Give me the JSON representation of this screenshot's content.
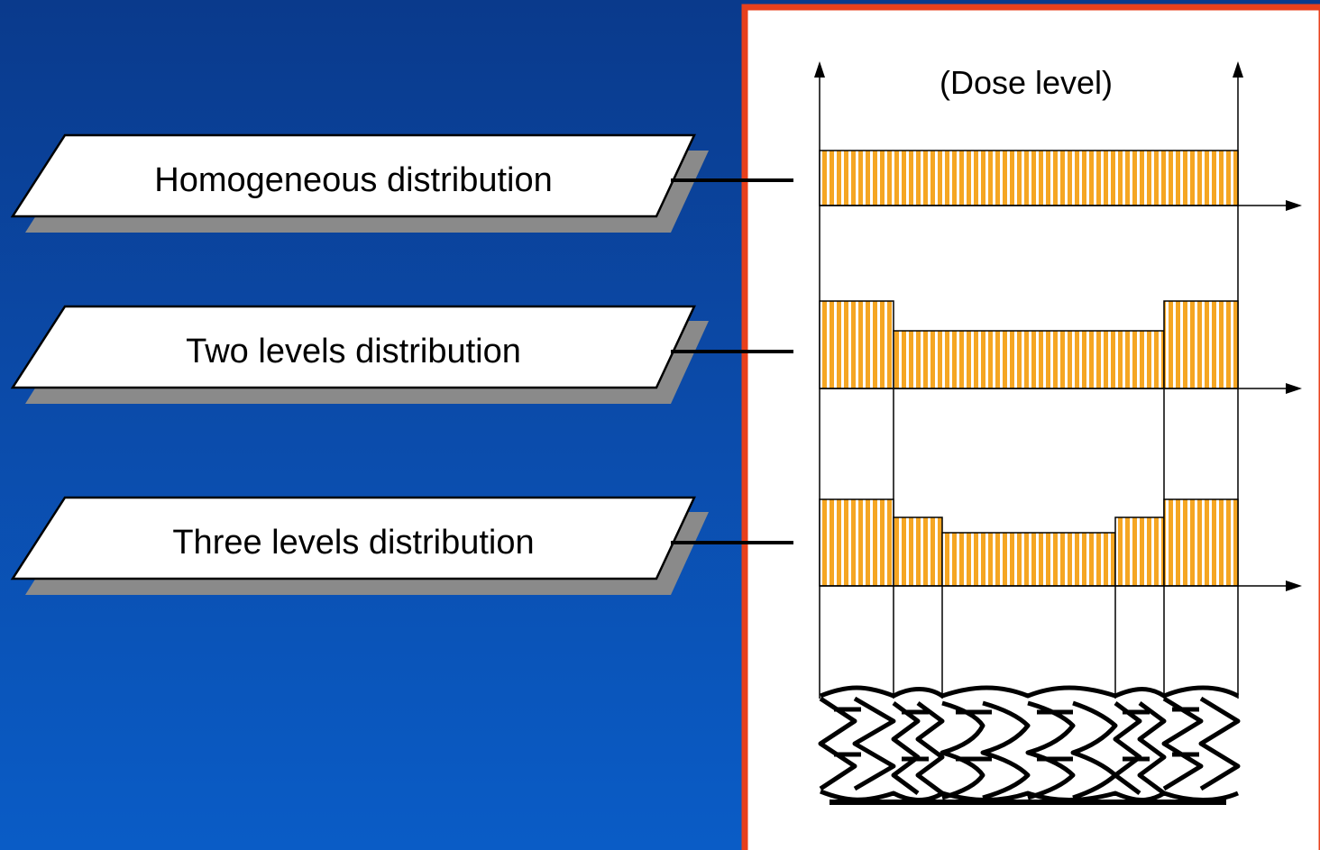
{
  "diagram": {
    "axis_label": "(Dose  level)",
    "labels": [
      "Homogeneous  distribution",
      "Two levels distribution",
      "Three levels distribution"
    ],
    "distributions": [
      {
        "name": "Homogeneous",
        "levels": [
          1
        ]
      },
      {
        "name": "Two levels",
        "levels": [
          2,
          1,
          2
        ]
      },
      {
        "name": "Three levels",
        "levels": [
          3,
          2,
          1,
          2,
          3
        ]
      }
    ]
  },
  "colors": {
    "background_top": "#0a3a8c",
    "background_bottom": "#0a5cc6",
    "panel_border": "#e8401c",
    "bar_stripe_a": "#f5a623",
    "bar_stripe_b": "#ffffff",
    "outline": "#000000"
  }
}
